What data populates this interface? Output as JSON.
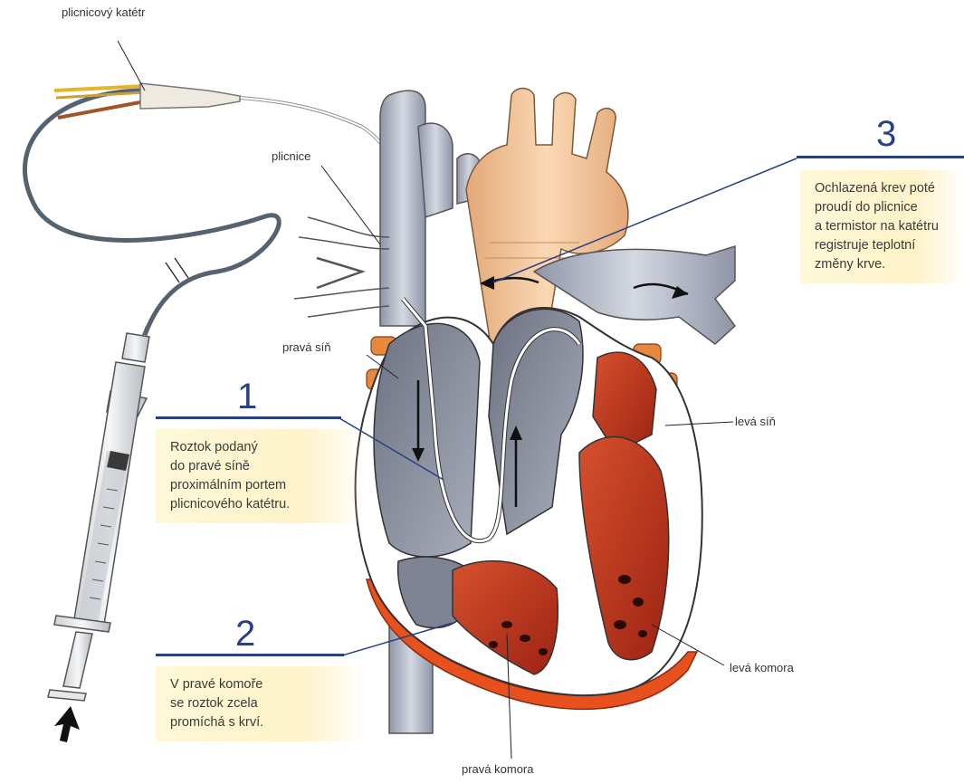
{
  "labels": {
    "catheter": "plicnicový katétr",
    "pulmonary": "plicnice",
    "right_atrium": "pravá síň",
    "left_atrium": "levá síň",
    "left_ventricle": "levá komora",
    "right_ventricle": "pravá komora"
  },
  "steps": [
    {
      "number": "1",
      "lines": [
        "Roztok podaný",
        "do pravé síně",
        "proximálním portem",
        "plicnicového katétru."
      ]
    },
    {
      "number": "2",
      "lines": [
        "V pravé komoře",
        "se roztok zcela",
        "promíchá s krví."
      ]
    },
    {
      "number": "3",
      "lines": [
        "Ochlazená krev poté",
        "proudí do plicnice",
        "a termistor na katétru",
        "registruje teplotní",
        "změny krve."
      ]
    }
  ],
  "colors": {
    "accent_blue": "#2a3f86",
    "callout_bg": "#fdf2c8",
    "vein_grey": "#b9bfcc",
    "aorta_peach": "#f4c9a0",
    "heart_red": "#c83a24",
    "pericardium_orange": "#e8501e"
  }
}
